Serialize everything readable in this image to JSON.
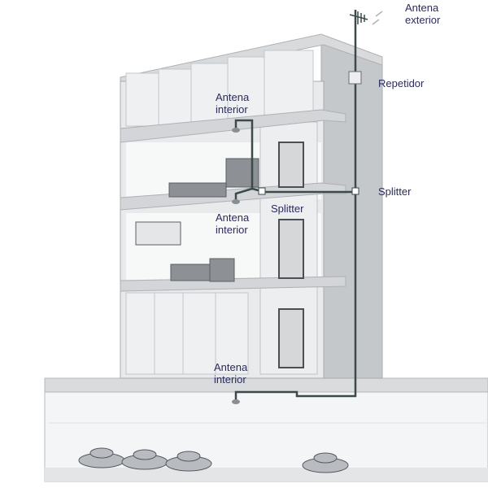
{
  "labels": {
    "outdoor_antenna": [
      "Antena",
      "exterior"
    ],
    "repeater": "Repetidor",
    "splitter_right": "Splitter",
    "splitter_middle": "Splitter",
    "indoor_antenna_top": [
      "Antena",
      "interior"
    ],
    "indoor_antenna_middle": [
      "Antena",
      "interior"
    ],
    "indoor_antenna_bottom": [
      "Antena",
      "interior"
    ]
  },
  "colors": {
    "label": "#2b2b5e",
    "cable": "#3c4a4a",
    "wall": "#c9cbcd",
    "slab": "#d6d8da"
  }
}
